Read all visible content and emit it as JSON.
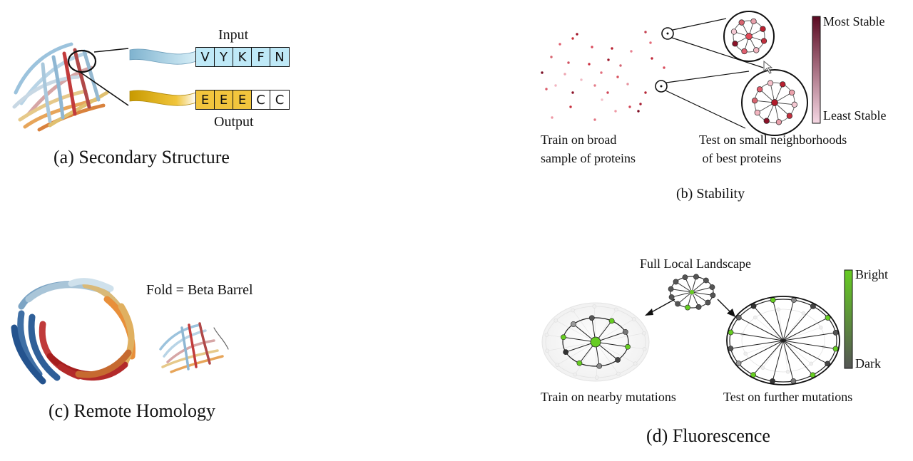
{
  "panels": {
    "a": {
      "caption": "(a) Secondary Structure",
      "input_label": "Input",
      "output_label": "Output",
      "input_residues": [
        "V",
        "Y",
        "K",
        "F",
        "N"
      ],
      "output_residues": [
        "E",
        "E",
        "E",
        "C",
        "C"
      ],
      "input_color": "#bfe9f7",
      "output_strand_color": "#f2c53d",
      "output_coil_color": "#ffffff"
    },
    "b": {
      "caption": "(b) Stability",
      "train_text_1": "Train on broad",
      "train_text_2": "sample of proteins",
      "test_text_1": "Test on small neighborhoods",
      "test_text_2": " of best proteins",
      "legend_top": "Most Stable",
      "legend_bottom": "Least Stable",
      "legend_color_top": "#5a0a22",
      "legend_color_bottom": "#f5d7e3"
    },
    "c": {
      "caption": "(c) Remote Homology",
      "fold_text": "Fold = Beta Barrel"
    },
    "d": {
      "caption": "(d) Fluorescence",
      "title": "Full Local Landscape",
      "train_text": "Train on nearby mutations",
      "test_text": "Test on further mutations",
      "legend_top": "Bright",
      "legend_bottom": "Dark",
      "legend_color_top": "#66cc22",
      "legend_color_bottom": "#555555"
    }
  }
}
